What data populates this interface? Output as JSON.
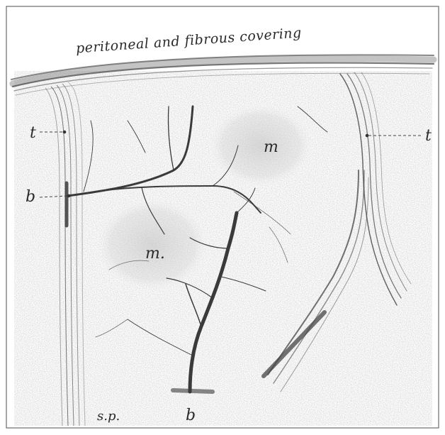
{
  "figure": {
    "caption": "peritoneal and fibrous covering",
    "labels": {
      "trabecula_left": "t",
      "trabecula_right": "t",
      "vessel_left": "b",
      "vessel_bottom": "b",
      "malpighian_upper": "m",
      "malpighian_lower": "m.",
      "splenic_pulp": "s.p."
    }
  },
  "colors": {
    "ink": "#2a2a2a",
    "pulp_stipple": "#9a9a9a",
    "capsule": "#555555"
  }
}
